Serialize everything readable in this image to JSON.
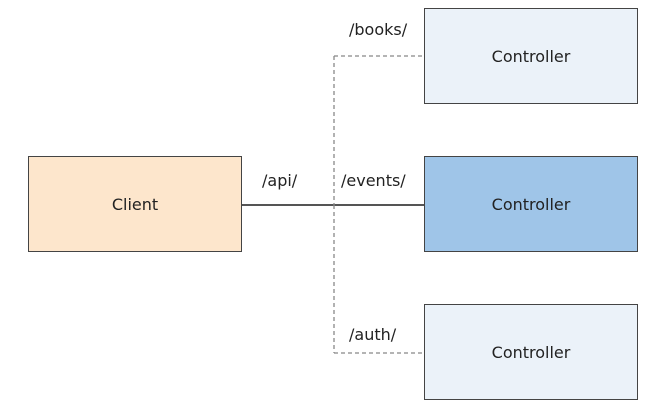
{
  "client": {
    "label": "Client",
    "color": "#fde6cc"
  },
  "api_route": {
    "label": "/api/"
  },
  "routes": [
    {
      "path": "/books/",
      "controller_label": "Controller",
      "color": "#ebf2f9",
      "active": false
    },
    {
      "path": "/events/",
      "controller_label": "Controller",
      "color": "#9fc5e8",
      "active": true
    },
    {
      "path": "/auth/",
      "controller_label": "Controller",
      "color": "#ebf2f9",
      "active": false
    }
  ]
}
